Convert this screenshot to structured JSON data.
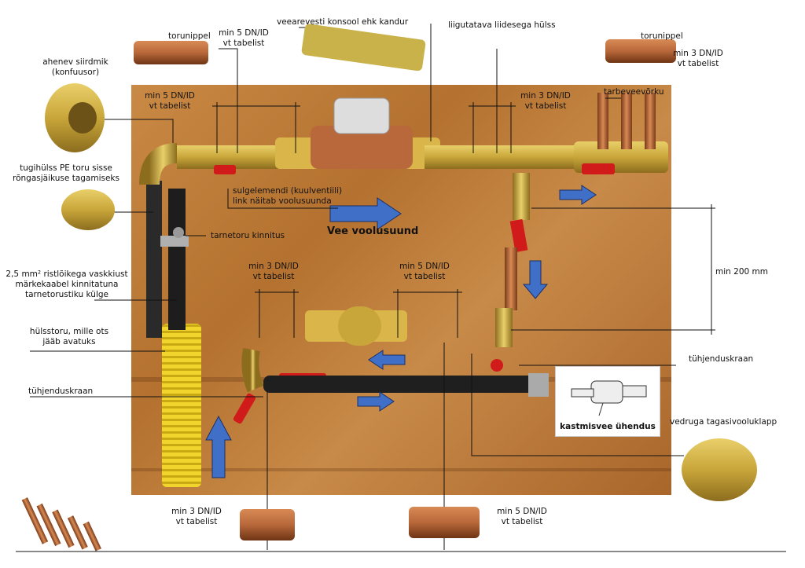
{
  "labels": {
    "ahenev": "ahenev siirdmik\n(konfuusor)",
    "torunippel_top": "torunippel",
    "min5_top_a": "min 5 DN/ID\nvt tabelist",
    "veearvesti": "veearevesti konsool ehk kandur",
    "liigutatava": "liigutatava liidesega hülss",
    "torunippel_right": "torunippel",
    "min3_right_top": "min 3 DN/ID\nvt tabelist",
    "min5_board_left": "min 5 DN/ID\nvt tabelist",
    "min3_board_right": "min 3 DN/ID\nvt tabelist",
    "tarbeveevork": "tarbeveevõrku",
    "tugihulss": "tugihülss PE toru sisse\nrõngasjäikuse tagamiseks",
    "sulgelemendi": "sulgelemendi (kuulventiili)\nlink näitab voolusuunda",
    "vee_voolusuund": "Vee voolusuund",
    "tarnetoru": "tarnetoru kinnitus",
    "vaskkiust": "2,5 mm² ristlõikega vaskkiust\nmärkekaabel kinnitatuna\ntarnetorustiku külge",
    "min3_mid": "min 3 DN/ID\nvt tabelist",
    "min5_mid": "min 5 DN/ID\nvt tabelist",
    "min200": "min 200 mm",
    "hulsstoru": "hülsstoru, mille ots\njääb avatuks",
    "tuhjenduskraan_right": "tühjenduskraan",
    "tuhjenduskraan_left": "tühjenduskraan",
    "kastmisvee": "kastmisvee ühendus",
    "vedruga": "vedruga tagasivooluklapp",
    "min3_bottom": "min 3 DN/ID\nvt tabelist",
    "min5_bottom": "min 5 DN/ID\nvt tabelist"
  },
  "colors": {
    "brass": "#c9a63a",
    "copper": "#b8683a",
    "pipe_black": "#2a2a2a",
    "valve_red": "#d11a1a",
    "arrow_blue": "#3f6fc6",
    "hose_yellow": "#f0d22a"
  }
}
